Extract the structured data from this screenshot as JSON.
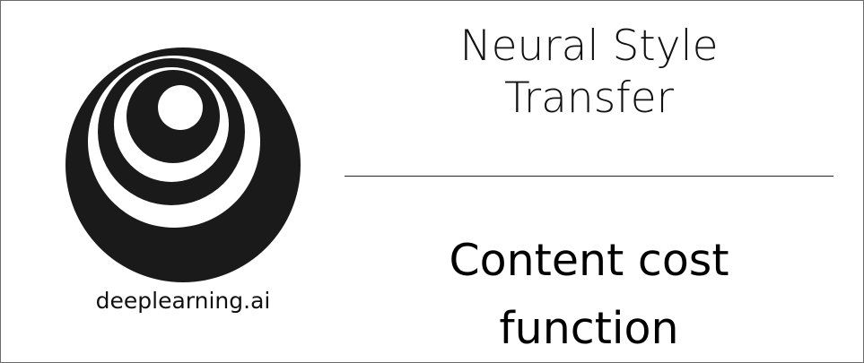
{
  "logo": {
    "icon": "deeplearning-ai-concentric-circles-logo",
    "color_dark": "#1a1a1a",
    "color_light": "#ffffff",
    "brand_name": "deeplearning.ai"
  },
  "title": {
    "line1": "Neural Style",
    "line2": "Transfer"
  },
  "subtitle": {
    "line1": "Content cost",
    "line2": "function"
  }
}
